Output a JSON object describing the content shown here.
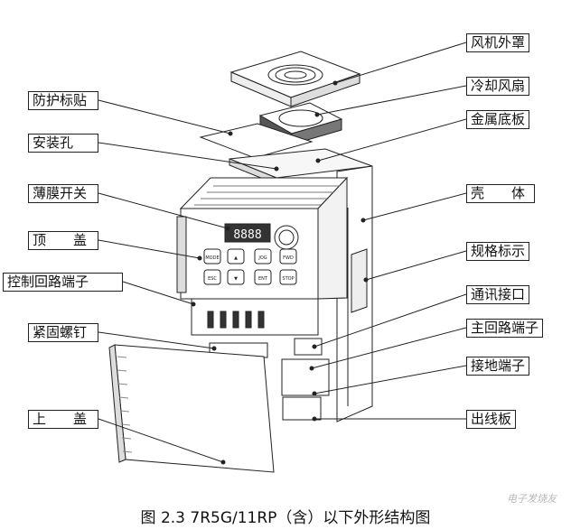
{
  "labels": {
    "fan_cover": "风机外罩",
    "cooling_fan": "冷却风扇",
    "metal_base": "金属底板",
    "shell": "壳　　体",
    "spec_label": "规格标示",
    "comm_port": "通讯接口",
    "main_terminal": "主回路端子",
    "ground_terminal": "接地端子",
    "wire_board": "出线板",
    "protect_label": "防护标贴",
    "mount_hole": "安装孔",
    "membrane_switch": "薄膜开关",
    "top_cover": "顶　　盖",
    "control_terminal": "控制回路端子",
    "fastening_screw": "紧固螺钉",
    "upper_cover": "上　　盖"
  },
  "display": {
    "digits": "8888"
  },
  "keys": [
    "MODE",
    "▲",
    "JOG",
    "FWD",
    "ESC",
    "▼",
    "ENT",
    "STOP"
  ],
  "caption": "图 2.3 7R5G/11RP（含）以下外形结构图",
  "watermark": "电子发烧友"
}
